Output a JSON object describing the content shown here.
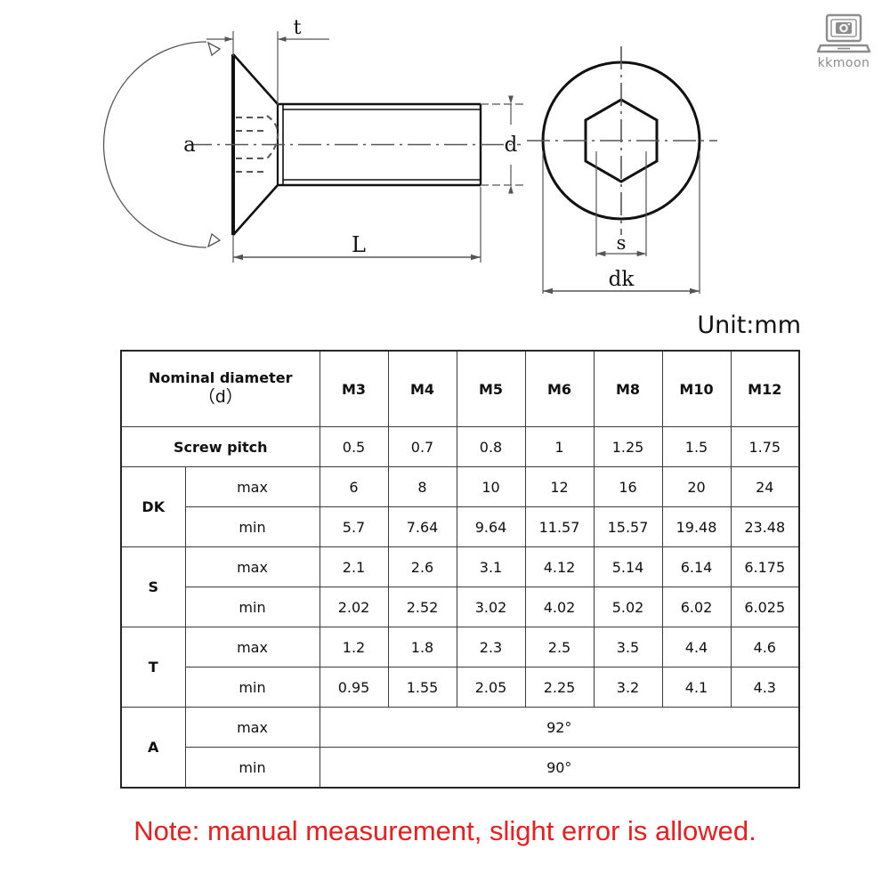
{
  "brand": {
    "name": "kkmoon",
    "logo_icon": "laptop-camera-icon",
    "logo_color": "#8c8c8c"
  },
  "drawing": {
    "title": "countersunk-hex-socket-screw-dimension-drawing",
    "side_view": {
      "name": "side-view",
      "labels": {
        "t": "t",
        "a": "a",
        "d": "d",
        "L": "L"
      }
    },
    "end_view": {
      "name": "end-view",
      "labels": {
        "s": "s",
        "dk": "dk"
      }
    },
    "line_color": "#111111",
    "dimension_color": "#555555"
  },
  "unit": {
    "label": "Unit:mm"
  },
  "table": {
    "name": "screw-specification-table",
    "header": {
      "title_line1": "Nominal diameter",
      "title_line2": "（d）",
      "sizes": [
        "M3",
        "M4",
        "M5",
        "M6",
        "M8",
        "M10",
        "M12"
      ]
    },
    "pitch_row": {
      "label": "Screw pitch",
      "values": [
        "0.5",
        "0.7",
        "0.8",
        "1",
        "1.25",
        "1.5",
        "1.75"
      ]
    },
    "groups": [
      {
        "label": "DK",
        "rows": [
          {
            "bound": "max",
            "values": [
              "6",
              "8",
              "10",
              "12",
              "16",
              "20",
              "24"
            ]
          },
          {
            "bound": "min",
            "values": [
              "5.7",
              "7.64",
              "9.64",
              "11.57",
              "15.57",
              "19.48",
              "23.48"
            ]
          }
        ]
      },
      {
        "label": "S",
        "rows": [
          {
            "bound": "max",
            "values": [
              "2.1",
              "2.6",
              "3.1",
              "4.12",
              "5.14",
              "6.14",
              "6.175"
            ]
          },
          {
            "bound": "min",
            "values": [
              "2.02",
              "2.52",
              "3.02",
              "4.02",
              "5.02",
              "6.02",
              "6.025"
            ]
          }
        ]
      },
      {
        "label": "T",
        "rows": [
          {
            "bound": "max",
            "values": [
              "1.2",
              "1.8",
              "2.3",
              "2.5",
              "3.5",
              "4.4",
              "4.6"
            ]
          },
          {
            "bound": "min",
            "values": [
              "0.95",
              "1.55",
              "2.05",
              "2.25",
              "3.2",
              "4.1",
              "4.3"
            ]
          }
        ]
      },
      {
        "label": "A",
        "rows": [
          {
            "bound": "max",
            "span_value": "92°"
          },
          {
            "bound": "min",
            "span_value": "90°"
          }
        ]
      }
    ]
  },
  "footer": {
    "note": "Note: manual measurement, slight error is allowed.",
    "note_color": "#ee1c1c"
  }
}
